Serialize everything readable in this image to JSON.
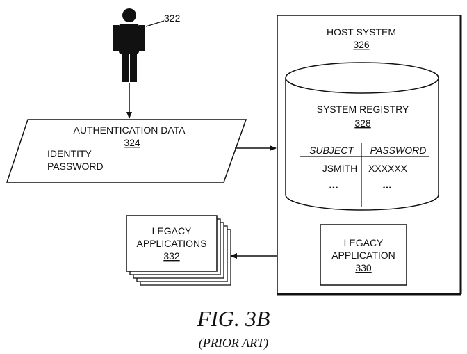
{
  "person": {
    "ref": "322"
  },
  "auth": {
    "title": "AUTHENTICATION DATA",
    "ref": "324",
    "line1": "IDENTITY",
    "line2": "PASSWORD"
  },
  "host": {
    "title": "HOST SYSTEM",
    "ref": "326"
  },
  "registry": {
    "title": "SYSTEM REGISTRY",
    "ref": "328",
    "col1": "SUBJECT",
    "col2": "PASSWORD",
    "row1": [
      "JSMITH",
      "XXXXXX"
    ],
    "row2": [
      "...",
      "..."
    ]
  },
  "legacy_app": {
    "line1": "LEGACY",
    "line2": "APPLICATION",
    "ref": "330"
  },
  "legacy_apps": {
    "line1": "LEGACY",
    "line2": "APPLICATIONS",
    "ref": "332"
  },
  "caption": {
    "title": "FIG. 3B",
    "subtitle": "(PRIOR ART)"
  }
}
